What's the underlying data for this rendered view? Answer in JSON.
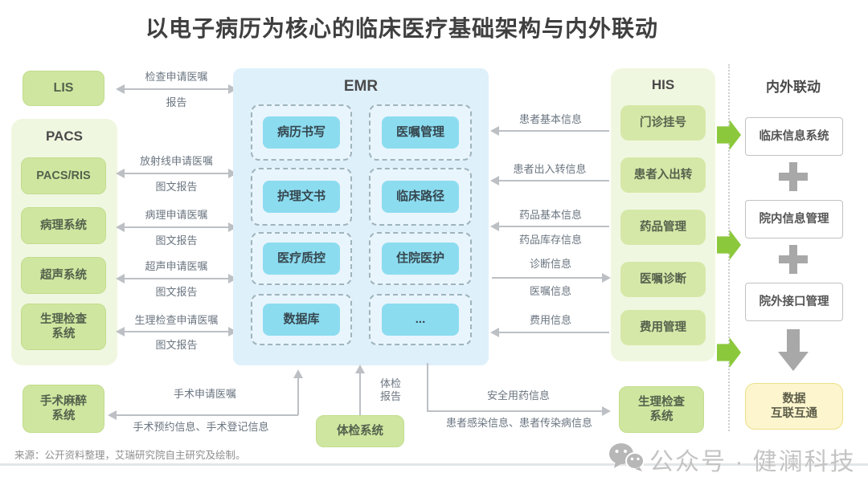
{
  "title": "以电子病历为核心的临床医疗基础架构与内外联动",
  "left": {
    "lis_label": "LIS",
    "pacs_title": "PACS",
    "pacs_items": [
      "PACS/RIS",
      "病理系统",
      "超声系统",
      "生理检查\n系统"
    ],
    "surgery_label": "手术麻醉\n系统",
    "connectors": [
      {
        "top": "检查申请医嘱",
        "bottom": "报告"
      },
      {
        "top": "放射线申请医嘱",
        "bottom": "图文报告"
      },
      {
        "top": "病理申请医嘱",
        "bottom": "图文报告"
      },
      {
        "top": "超声申请医嘱",
        "bottom": "图文报告"
      },
      {
        "top": "生理检查申请医嘱",
        "bottom": "图文报告"
      }
    ],
    "surgery_connector": {
      "top": "手术申请医嘱",
      "bottom": "手术预约信息、手术登记信息"
    }
  },
  "emr": {
    "title": "EMR",
    "modules": [
      "病历书写",
      "医嘱管理",
      "护理文书",
      "临床路径",
      "医疗质控",
      "住院医护",
      "数据库",
      "..."
    ]
  },
  "his": {
    "title": "HIS",
    "modules": [
      "门诊挂号",
      "患者入出转",
      "药品管理",
      "医嘱诊断",
      "费用管理"
    ],
    "connectors": [
      {
        "top": "患者基本信息",
        "bottom": ""
      },
      {
        "top": "患者出入转信息",
        "bottom": ""
      },
      {
        "top": "药品基本信息",
        "bottom": "药品库存信息"
      },
      {
        "top": "诊断信息",
        "bottom": "医嘱信息"
      },
      {
        "top": "费用信息",
        "bottom": ""
      }
    ]
  },
  "bottom": {
    "physical_exam_label": "体检系统",
    "physical_exam_connector": "体检\n报告",
    "safety_connector": {
      "top": "安全用药信息",
      "bottom": "患者感染信息、患者传染病信息"
    },
    "physio_label": "生理检查\n系统"
  },
  "linkage": {
    "title": "内外联动",
    "boxes": [
      "临床信息系统",
      "院内信息管理",
      "院外接口管理"
    ],
    "result": "数据\n互联互通"
  },
  "footer": {
    "source": "来源：公开资料整理，艾瑞研究院自主研究及绘制。",
    "brand": "公众号 · 健澜科技"
  },
  "colors": {
    "accent_green": "#8cc83c",
    "box_green": "#cfe6a0",
    "panel_green": "#f0f7e0",
    "emr_panel_blue": "#def0fa",
    "module_cyan": "#8cdcf0",
    "highlight_yellow": "#fcf5cd",
    "line_gray": "#bcc0c4"
  }
}
